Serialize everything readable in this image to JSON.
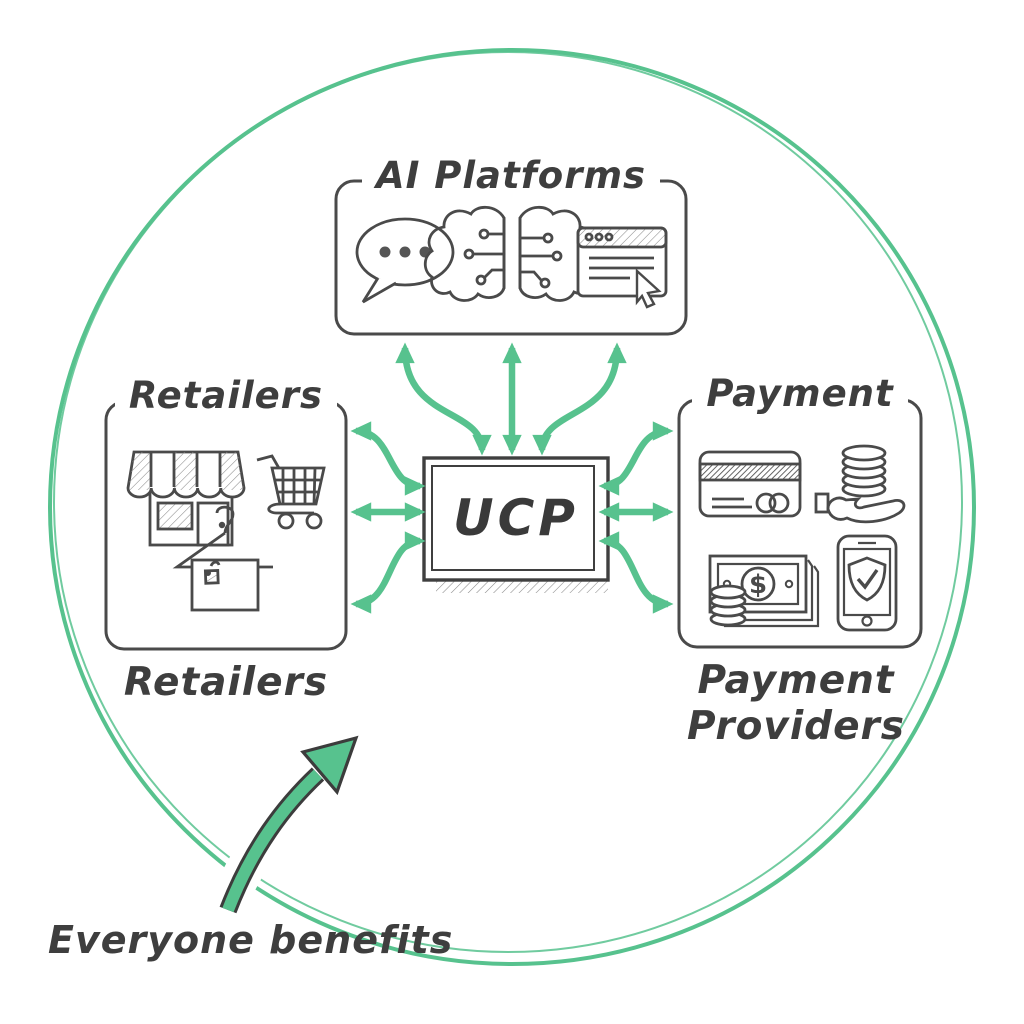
{
  "colors": {
    "green": "#57c28e",
    "ink": "#4a4a4a",
    "text": "#3e3e3e"
  },
  "center": {
    "label": "UCP"
  },
  "nodes": {
    "ai": {
      "title": "AI Platforms",
      "icons": [
        "chat-bubble-icon",
        "brain-icon",
        "browser-window-icon"
      ]
    },
    "retailers": {
      "title": "Retailers",
      "caption": "Retailers",
      "icons": [
        "storefront-icon",
        "shopping-cart-icon",
        "clothes-hanger-icon"
      ]
    },
    "payment": {
      "title": "Payment",
      "caption": "Payment Providers",
      "icons": [
        "credit-card-icon",
        "hand-coins-icon",
        "cash-icon",
        "secure-phone-icon"
      ]
    }
  },
  "annotation": {
    "text": "Everyone benefits"
  },
  "icon_glyphs": {
    "dollar": "$"
  }
}
